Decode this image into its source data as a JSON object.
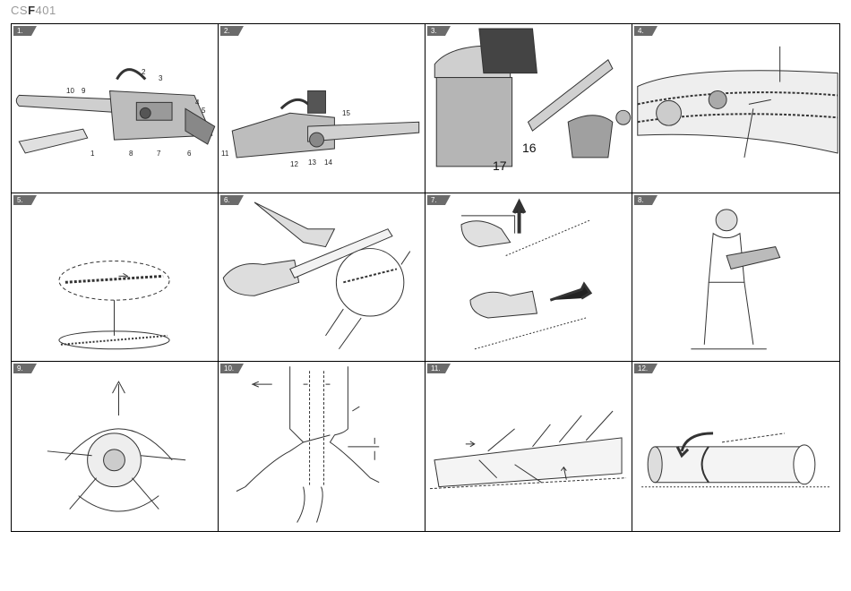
{
  "document": {
    "model_prefix": "CS",
    "model_mid": "F",
    "model_suffix": "401"
  },
  "panels": [
    {
      "label": "1."
    },
    {
      "label": "2."
    },
    {
      "label": "3."
    },
    {
      "label": "4."
    },
    {
      "label": "5."
    },
    {
      "label": "6."
    },
    {
      "label": "7."
    },
    {
      "label": "8."
    },
    {
      "label": "9."
    },
    {
      "label": "10."
    },
    {
      "label": "11."
    },
    {
      "label": "12."
    }
  ],
  "callouts": {
    "p1": [
      "1",
      "2",
      "3",
      "4",
      "5",
      "6",
      "7",
      "8",
      "9",
      "10"
    ],
    "p2": [
      "11",
      "12",
      "13",
      "14",
      "15"
    ],
    "p3": [
      "16",
      "17"
    ]
  }
}
